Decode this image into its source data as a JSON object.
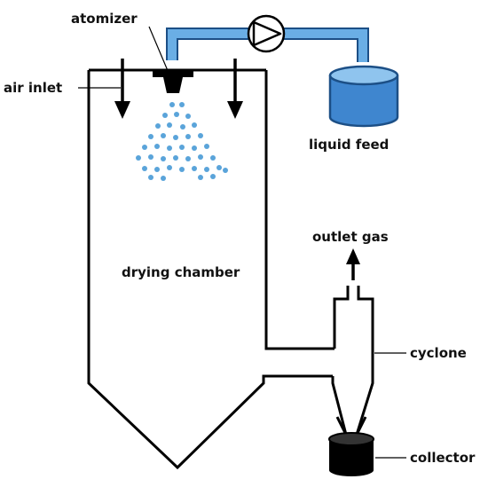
{
  "labels": {
    "atomizer": "atomizer",
    "air_inlet": "air inlet",
    "liquid_feed": "liquid feed",
    "outlet_gas": "outlet gas",
    "drying_chamber": "drying chamber",
    "cyclone": "cyclone",
    "collector": "collector"
  },
  "colors": {
    "stroke": "#000000",
    "pipe": "#6aaee5",
    "pipe_outline": "#1c4f86",
    "droplet": "#5aa4da",
    "liquid": "#3f86cf"
  },
  "icons": {
    "pump": "pump-icon",
    "spray": "spray-droplets",
    "arrow": "arrow-down-icon"
  }
}
